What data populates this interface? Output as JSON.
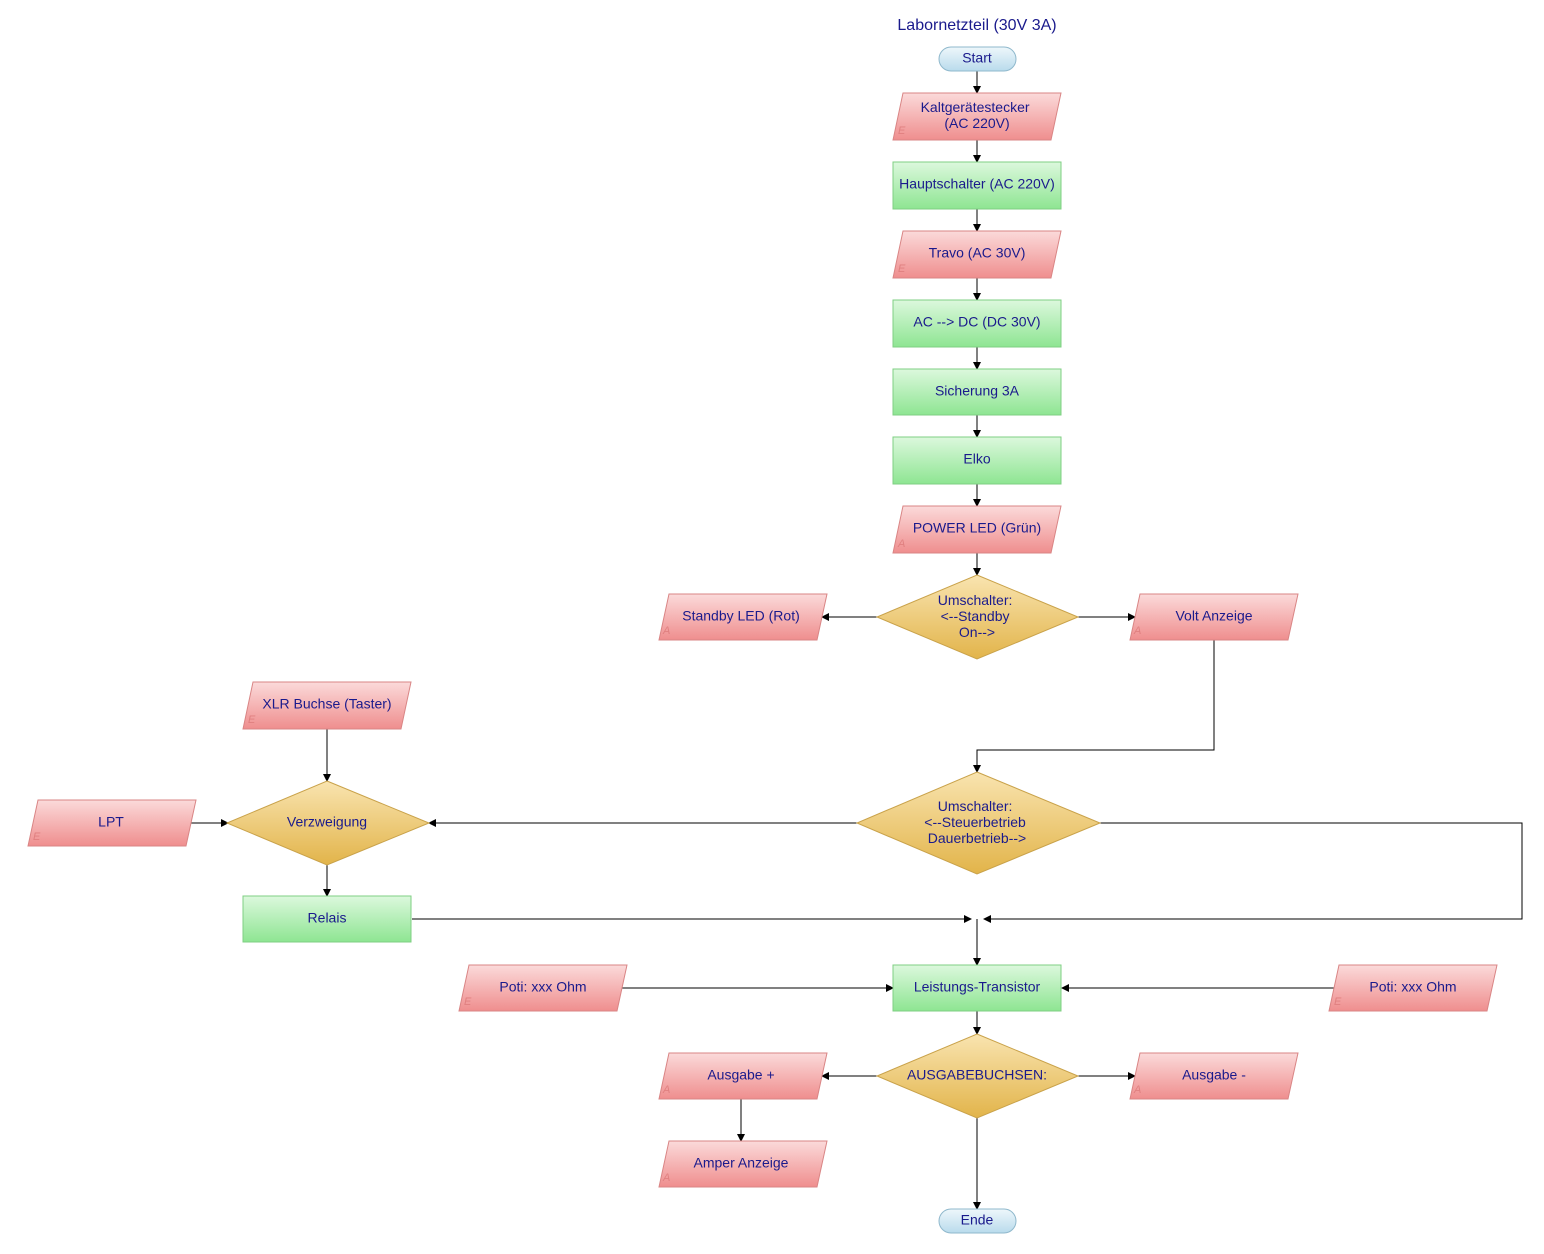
{
  "title": "Labornetzteil (30V 3A)",
  "colors": {
    "terminal": "#cfe6f2",
    "process": "#a8ecab",
    "io": "#f5a9a9",
    "decision": "#eec766",
    "text": "#1a1a8c",
    "line": "#000000"
  },
  "nodes": {
    "start": "Start",
    "kaltgeraetestecker": [
      "Kaltgerätestecker",
      "(AC 220V)"
    ],
    "hauptschalter": "Hauptschalter (AC 220V)",
    "travo": "Travo (AC 30V)",
    "acdc": "AC --> DC (DC 30V)",
    "sicherung": "Sicherung 3A",
    "elko": "Elko",
    "power_led": "POWER LED (Grün)",
    "umschalter_standby": [
      "Umschalter:",
      "<--Standby",
      "On-->"
    ],
    "standby_led": "Standby LED (Rot)",
    "volt_anzeige": "Volt Anzeige",
    "xlr_buchse": "XLR Buchse (Taster)",
    "lpt": "LPT",
    "verzweigung": "Verzweigung",
    "umschalter_betrieb": [
      "Umschalter:",
      "<--Steuerbetrieb",
      "Dauerbetrieb-->"
    ],
    "relais": "Relais",
    "poti_left": "Poti: xxx Ohm",
    "leistungs_transistor": "Leistungs-Transistor",
    "poti_right": "Poti: xxx Ohm",
    "ausgabebuchsen": "AUSGABEBUCHSEN:",
    "ausgabe_plus": "Ausgabe +",
    "ausgabe_minus": "Ausgabe -",
    "amper_anzeige": "Amper Anzeige",
    "ende": "Ende"
  },
  "io_markers": {
    "input": "E",
    "output": "A"
  }
}
